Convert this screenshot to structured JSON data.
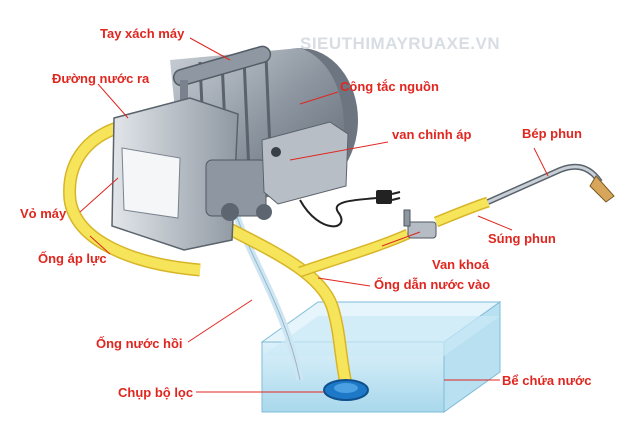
{
  "watermark": "SIEUTHIMAYRUAXE.VN",
  "labels": {
    "handle": "Tay xách máy",
    "outlet_line": "Đường nước ra",
    "power_switch": "Công tắc nguồn",
    "pressure_valve": "van chỉnh áp",
    "spray_tip": "Bép phun",
    "housing": "Vỏ máy",
    "spray_gun": "Súng phun",
    "pressure_hose": "Ống áp lực",
    "lock_valve": "Van khoá",
    "inlet_hose": "Ống dẫn nước vào",
    "return_hose": "Ống nước hồi",
    "filter_cap": "Chụp bộ lọc",
    "water_tank": "Bể chứa nước"
  },
  "colors": {
    "label": "#e0261f",
    "leader": "#e0261f",
    "hose": "#f6e55a",
    "hose_edge": "#d8b528",
    "metal": "#9aa3ad",
    "water": "#bfe3f2",
    "filter": "#1e78c8"
  }
}
